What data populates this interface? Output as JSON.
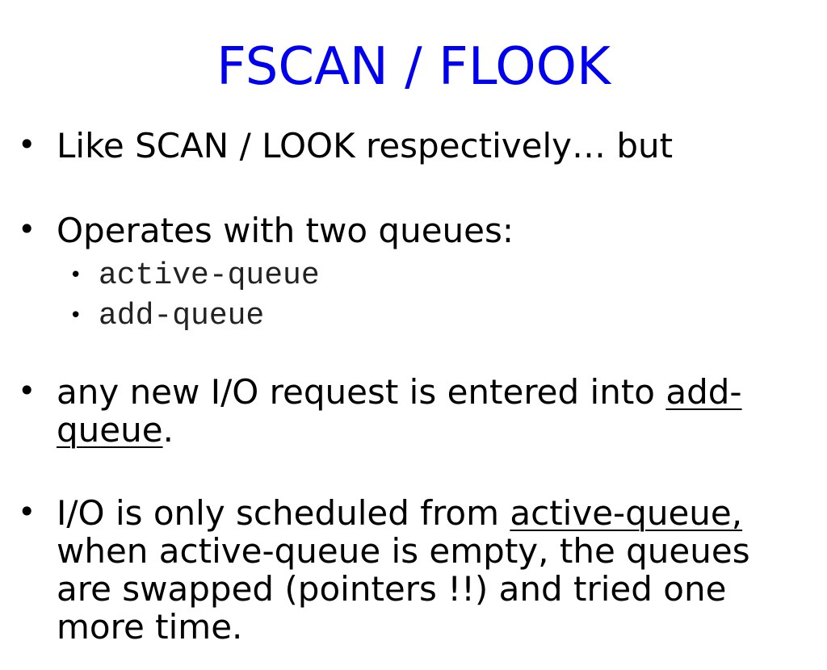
{
  "slide": {
    "title": "FSCAN / FLOOK",
    "bullet_char": "•",
    "b1": "Like SCAN / LOOK respectively… but",
    "b2": "Operates with two queues:",
    "sub1": "active-queue",
    "sub2": "add-queue",
    "b3_a": "any new I/O request is entered into ",
    "b3_u1": "add-",
    "b3_u2": "queue",
    "b3_b": ".",
    "b4_a": "I/O is only scheduled from ",
    "b4_u": "active-queue,",
    "b4_line2": "when active-queue is empty, the queues",
    "b4_line3": "are swapped (pointers !!) and tried one",
    "b4_line4": "more time."
  },
  "colors": {
    "title": "#0000ee",
    "text": "#000000"
  }
}
